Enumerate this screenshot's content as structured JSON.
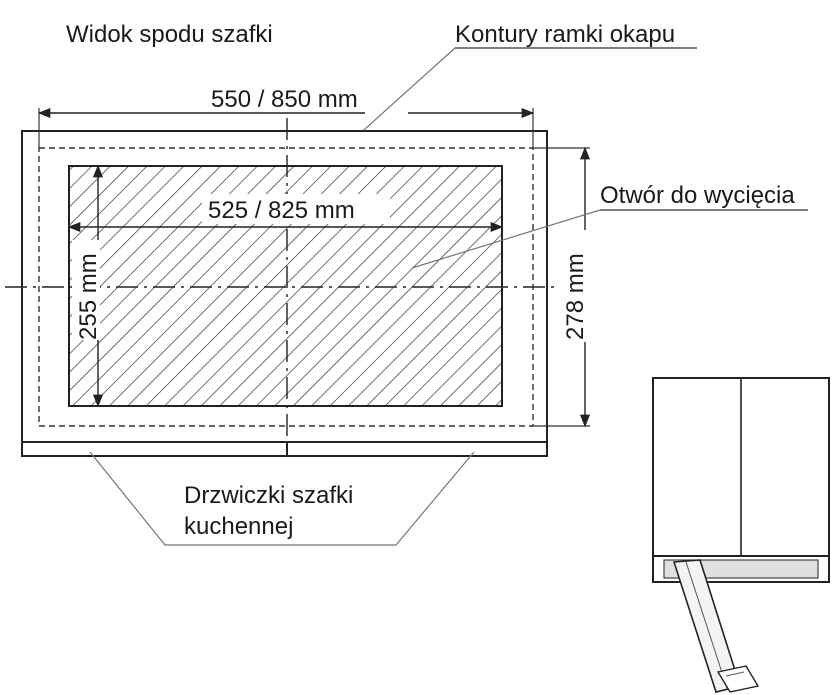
{
  "labels": {
    "title": "Widok spodu szafki",
    "frame_outline": "Kontury ramki okapu",
    "cutout": "Otwór do wycięcia",
    "door_line1": "Drzwiczki szafki",
    "door_line2": "kuchennej"
  },
  "dimensions": {
    "outer_width": "550 / 850 mm",
    "inner_width": "525 / 825 mm",
    "inner_height": "255 mm",
    "outer_height": "278 mm"
  }
}
